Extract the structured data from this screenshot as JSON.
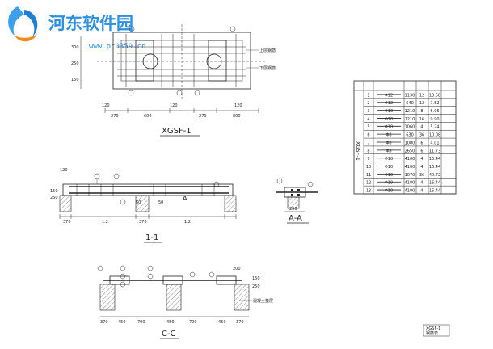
{
  "watermark": {
    "site_name": "河东软件园",
    "url": "www.pc0359.cn"
  },
  "plan": {
    "title": "XGSF-1",
    "notes": [
      "上层钢筋",
      "下层钢筋"
    ],
    "dims_top": [
      "270",
      "600",
      "270",
      "800"
    ],
    "dims_small": [
      "120",
      "120",
      "120"
    ],
    "level_dims": [
      "300",
      "250",
      "150"
    ]
  },
  "section_1": {
    "title": "1-1",
    "dims": [
      "370",
      "1.2",
      "370",
      "1.2"
    ],
    "marks": [
      "120",
      "150",
      "250"
    ],
    "labels": [
      "50",
      "50",
      "A"
    ]
  },
  "section_a": {
    "title": "A-A",
    "dims": [
      "250"
    ]
  },
  "section_c": {
    "title": "C-C",
    "dims": [
      "370",
      "450",
      "700",
      "450",
      "700",
      "450",
      "370"
    ],
    "top_dim": "200",
    "side_dims": [
      "150",
      "250"
    ],
    "note": "混凝土垫层"
  },
  "rebar_table": {
    "row_group": "XGSF-1",
    "rows": [
      {
        "no": "1",
        "dia": "Φ12",
        "len": "1130",
        "qty": "12",
        "wt": "13.58"
      },
      {
        "no": "2",
        "dia": "Φ12",
        "len": "640",
        "qty": "12",
        "wt": "7.52"
      },
      {
        "no": "3",
        "dia": "Φ10",
        "len": "1210",
        "qty": "8",
        "wt": "6.06"
      },
      {
        "no": "4",
        "dia": "Φ10",
        "len": "1210",
        "qty": "16",
        "wt": "9.90"
      },
      {
        "no": "5",
        "dia": "Φ10",
        "len": "1060",
        "qty": "4",
        "wt": "5.24"
      },
      {
        "no": "6",
        "dia": "Φ8",
        "len": "630",
        "qty": "36",
        "wt": "10.08"
      },
      {
        "no": "7",
        "dia": "Φ8",
        "len": "1000",
        "qty": "6",
        "wt": "4.01"
      },
      {
        "no": "8",
        "dia": "Φ8",
        "len": "2650",
        "qty": "6",
        "wt": "11.73"
      },
      {
        "no": "9",
        "dia": "Φ10",
        "len": "4100",
        "qty": "4",
        "wt": "16.44"
      },
      {
        "no": "10",
        "dia": "Φ10",
        "len": "4100",
        "qty": "4",
        "wt": "16.44"
      },
      {
        "no": "11",
        "dia": "Φ10",
        "len": "1070",
        "qty": "36",
        "wt": "40.72"
      },
      {
        "no": "12",
        "dia": "Φ10",
        "len": "4100",
        "qty": "4",
        "wt": "16.44"
      },
      {
        "no": "13",
        "dia": "Φ10",
        "len": "4100",
        "qty": "4",
        "wt": "16.44"
      }
    ]
  },
  "title_block": {
    "line1": "XGSF-1",
    "line2": "钢筋表"
  }
}
